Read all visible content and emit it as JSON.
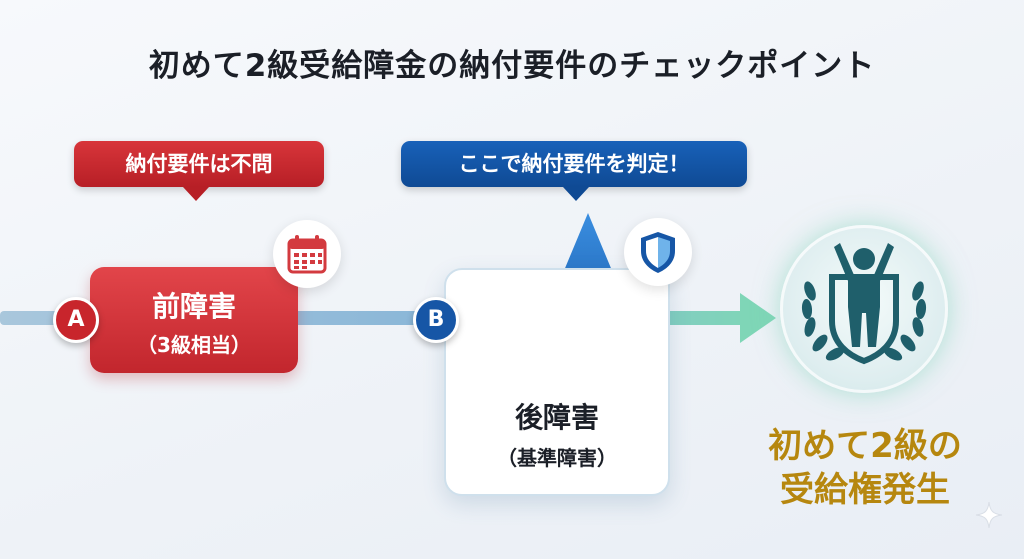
{
  "title": "初めて2級受給障金の納付要件のチェックポイント",
  "callouts": {
    "left": "納付要件は不問",
    "right": "ここで納付要件を判定！"
  },
  "before": {
    "badge": "A",
    "name": "前障害",
    "detail": "（3級相当）"
  },
  "after": {
    "badge": "B",
    "name": "後障害",
    "detail": "（基準障害）"
  },
  "result": {
    "line1": "初めて2級の",
    "line2": "受給権発生"
  },
  "icons": {
    "before": "calendar-icon",
    "after": "shield-icon",
    "result": "person-laurel-icon",
    "corner": "sparkle-icon"
  },
  "colors": {
    "red": "#c8252c",
    "blue": "#1656a6",
    "gold": "#b6870f",
    "teal": "#6fcfb0"
  }
}
